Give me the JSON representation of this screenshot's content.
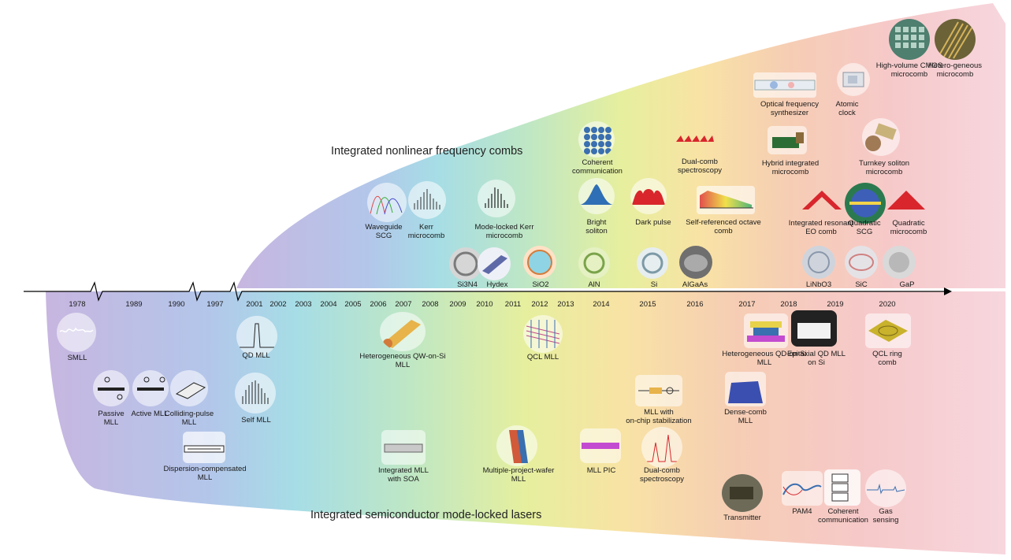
{
  "headings": {
    "top": "Integrated nonlinear frequency combs",
    "bottom": "Integrated semiconductor mode-locked lasers"
  },
  "years": [
    "1978",
    "1989",
    "1990",
    "1997",
    "2001",
    "2002",
    "2003",
    "2004",
    "2005",
    "2006",
    "2007",
    "2008",
    "2009",
    "2010",
    "2011",
    "2012",
    "2013",
    "2014",
    "2015",
    "2016",
    "2017",
    "2018",
    "2019",
    "2020"
  ],
  "materials": [
    "Si3N4",
    "Hydex",
    "SiO2",
    "AlN",
    "Si",
    "AlGaAs",
    "LiNbO3",
    "SiC",
    "GaP"
  ],
  "comb_labels": [
    "Waveguide SCG",
    "Kerr microcomb",
    "Mode-locked Kerr microcomb",
    "Coherent communication",
    "Bright soliton",
    "Dark pulse",
    "Dual-comb spectroscopy",
    "Self-referenced octave comb",
    "Optical frequency synthesizer",
    "Atomic clock",
    "Hybrid integrated microcomb",
    "Turnkey soliton microcomb",
    "High-volume CMOS microcomb",
    "Hetero-geneous microcomb",
    "Integrated resonant EO comb",
    "Quadratic SCG",
    "Quadratic microcomb"
  ],
  "mll_labels": [
    "SMLL",
    "Passive MLL",
    "Active MLL",
    "Colliding-pulse MLL",
    "Dispersion-compensated MLL",
    "QD MLL",
    "Self MLL",
    "Heterogeneous QW-on-Si MLL",
    "Integrated MLL with SOA",
    "QCL MLL",
    "Multiple-project-wafer MLL",
    "MLL PIC",
    "Dual-comb spectroscopy",
    "MLL with on-chip stabilization",
    "Heterogeneous QD-on-Si MLL",
    "Epitaxial QD MLL on Si",
    "Dense-comb MLL",
    "QCL ring comb",
    "Transmitter",
    "PAM4",
    "Coherent communication",
    "Gas sensing"
  ],
  "colors": {
    "purple": "#c7b6e0",
    "cyan": "#a6dde6",
    "green": "#c9e6b3",
    "yellow": "#f1eaa0",
    "peach": "#f6cdb4",
    "pink": "#f6d3dc",
    "axis": "#000000",
    "red_spectrum": "#d8262c",
    "blue_spectrum": "#2f6fb5"
  }
}
